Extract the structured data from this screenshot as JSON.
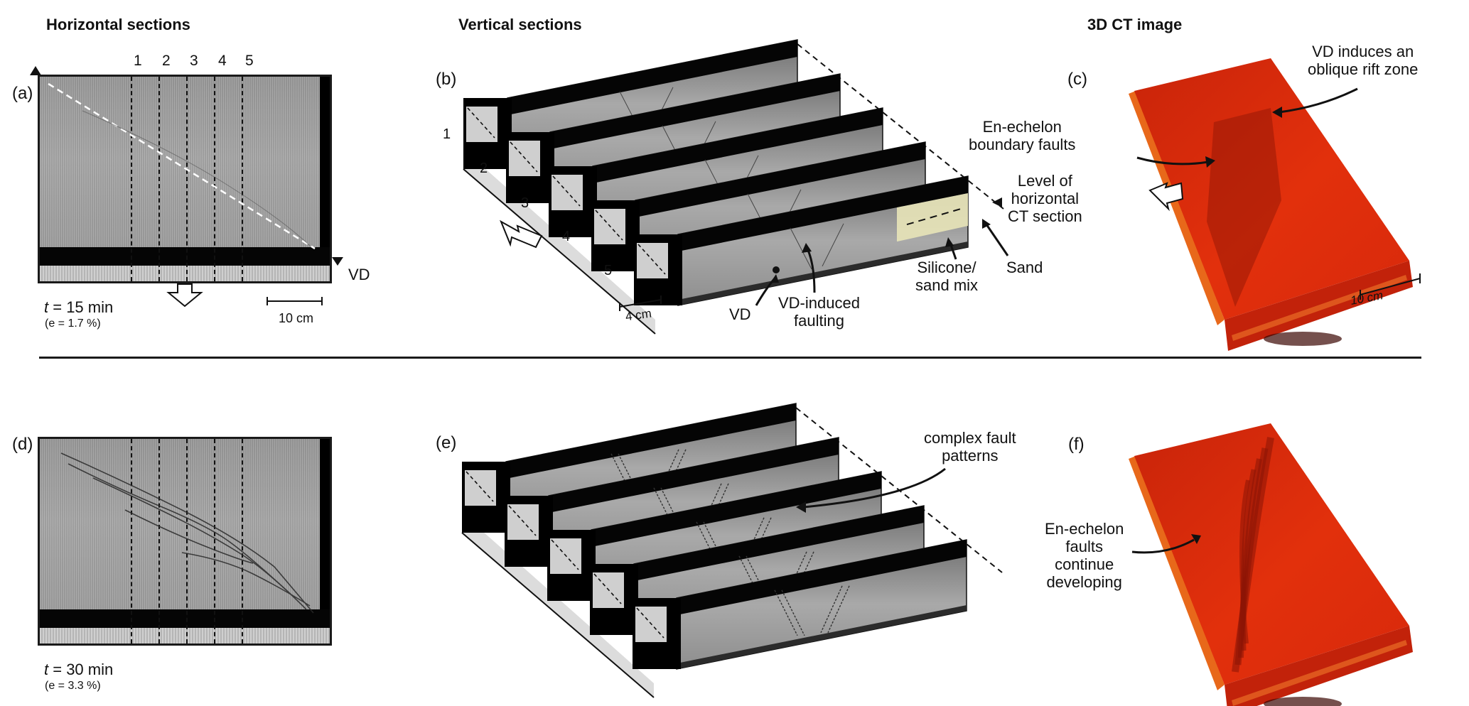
{
  "headings": {
    "horizontal": "Horizontal sections",
    "vertical": "Vertical sections",
    "ct3d": "3D CT image"
  },
  "panels": {
    "a": "(a)",
    "b": "(b)",
    "c": "(c)",
    "d": "(d)",
    "e": "(e)",
    "f": "(f)"
  },
  "section_numbers": [
    "1",
    "2",
    "3",
    "4",
    "5"
  ],
  "top_row": {
    "time_label": "t",
    "time_value": " = 15 min",
    "strain": "(e = 1.7 %)",
    "scale_bar_a": "10 cm",
    "vd_label": "VD",
    "scale_bar_b": "4 cm",
    "annot_vd": "VD",
    "annot_vd_faulting": [
      "VD-induced",
      "faulting"
    ],
    "annot_silicone": [
      "Silicone/",
      "sand mix"
    ],
    "annot_sand": "Sand",
    "annot_level": [
      "Level of",
      "horizontal",
      "CT section"
    ],
    "annot_enechelon": [
      "En-echelon",
      "boundary faults"
    ],
    "annot_oblique": [
      "VD induces an",
      "oblique rift zone"
    ],
    "scale_bar_c": "10 cm"
  },
  "bottom_row": {
    "time_label": "t",
    "time_value": " = 30 min",
    "strain": "(e = 3.3 %)",
    "annot_complex": [
      "complex fault",
      "patterns"
    ],
    "annot_continue": [
      "En-echelon",
      "faults",
      "continue",
      "developing"
    ]
  },
  "colors": {
    "ct_red": "#d92a0a",
    "ct_dark": "#8a1405",
    "sand_highlight": "#e8e4b8",
    "ink": "#111111"
  }
}
